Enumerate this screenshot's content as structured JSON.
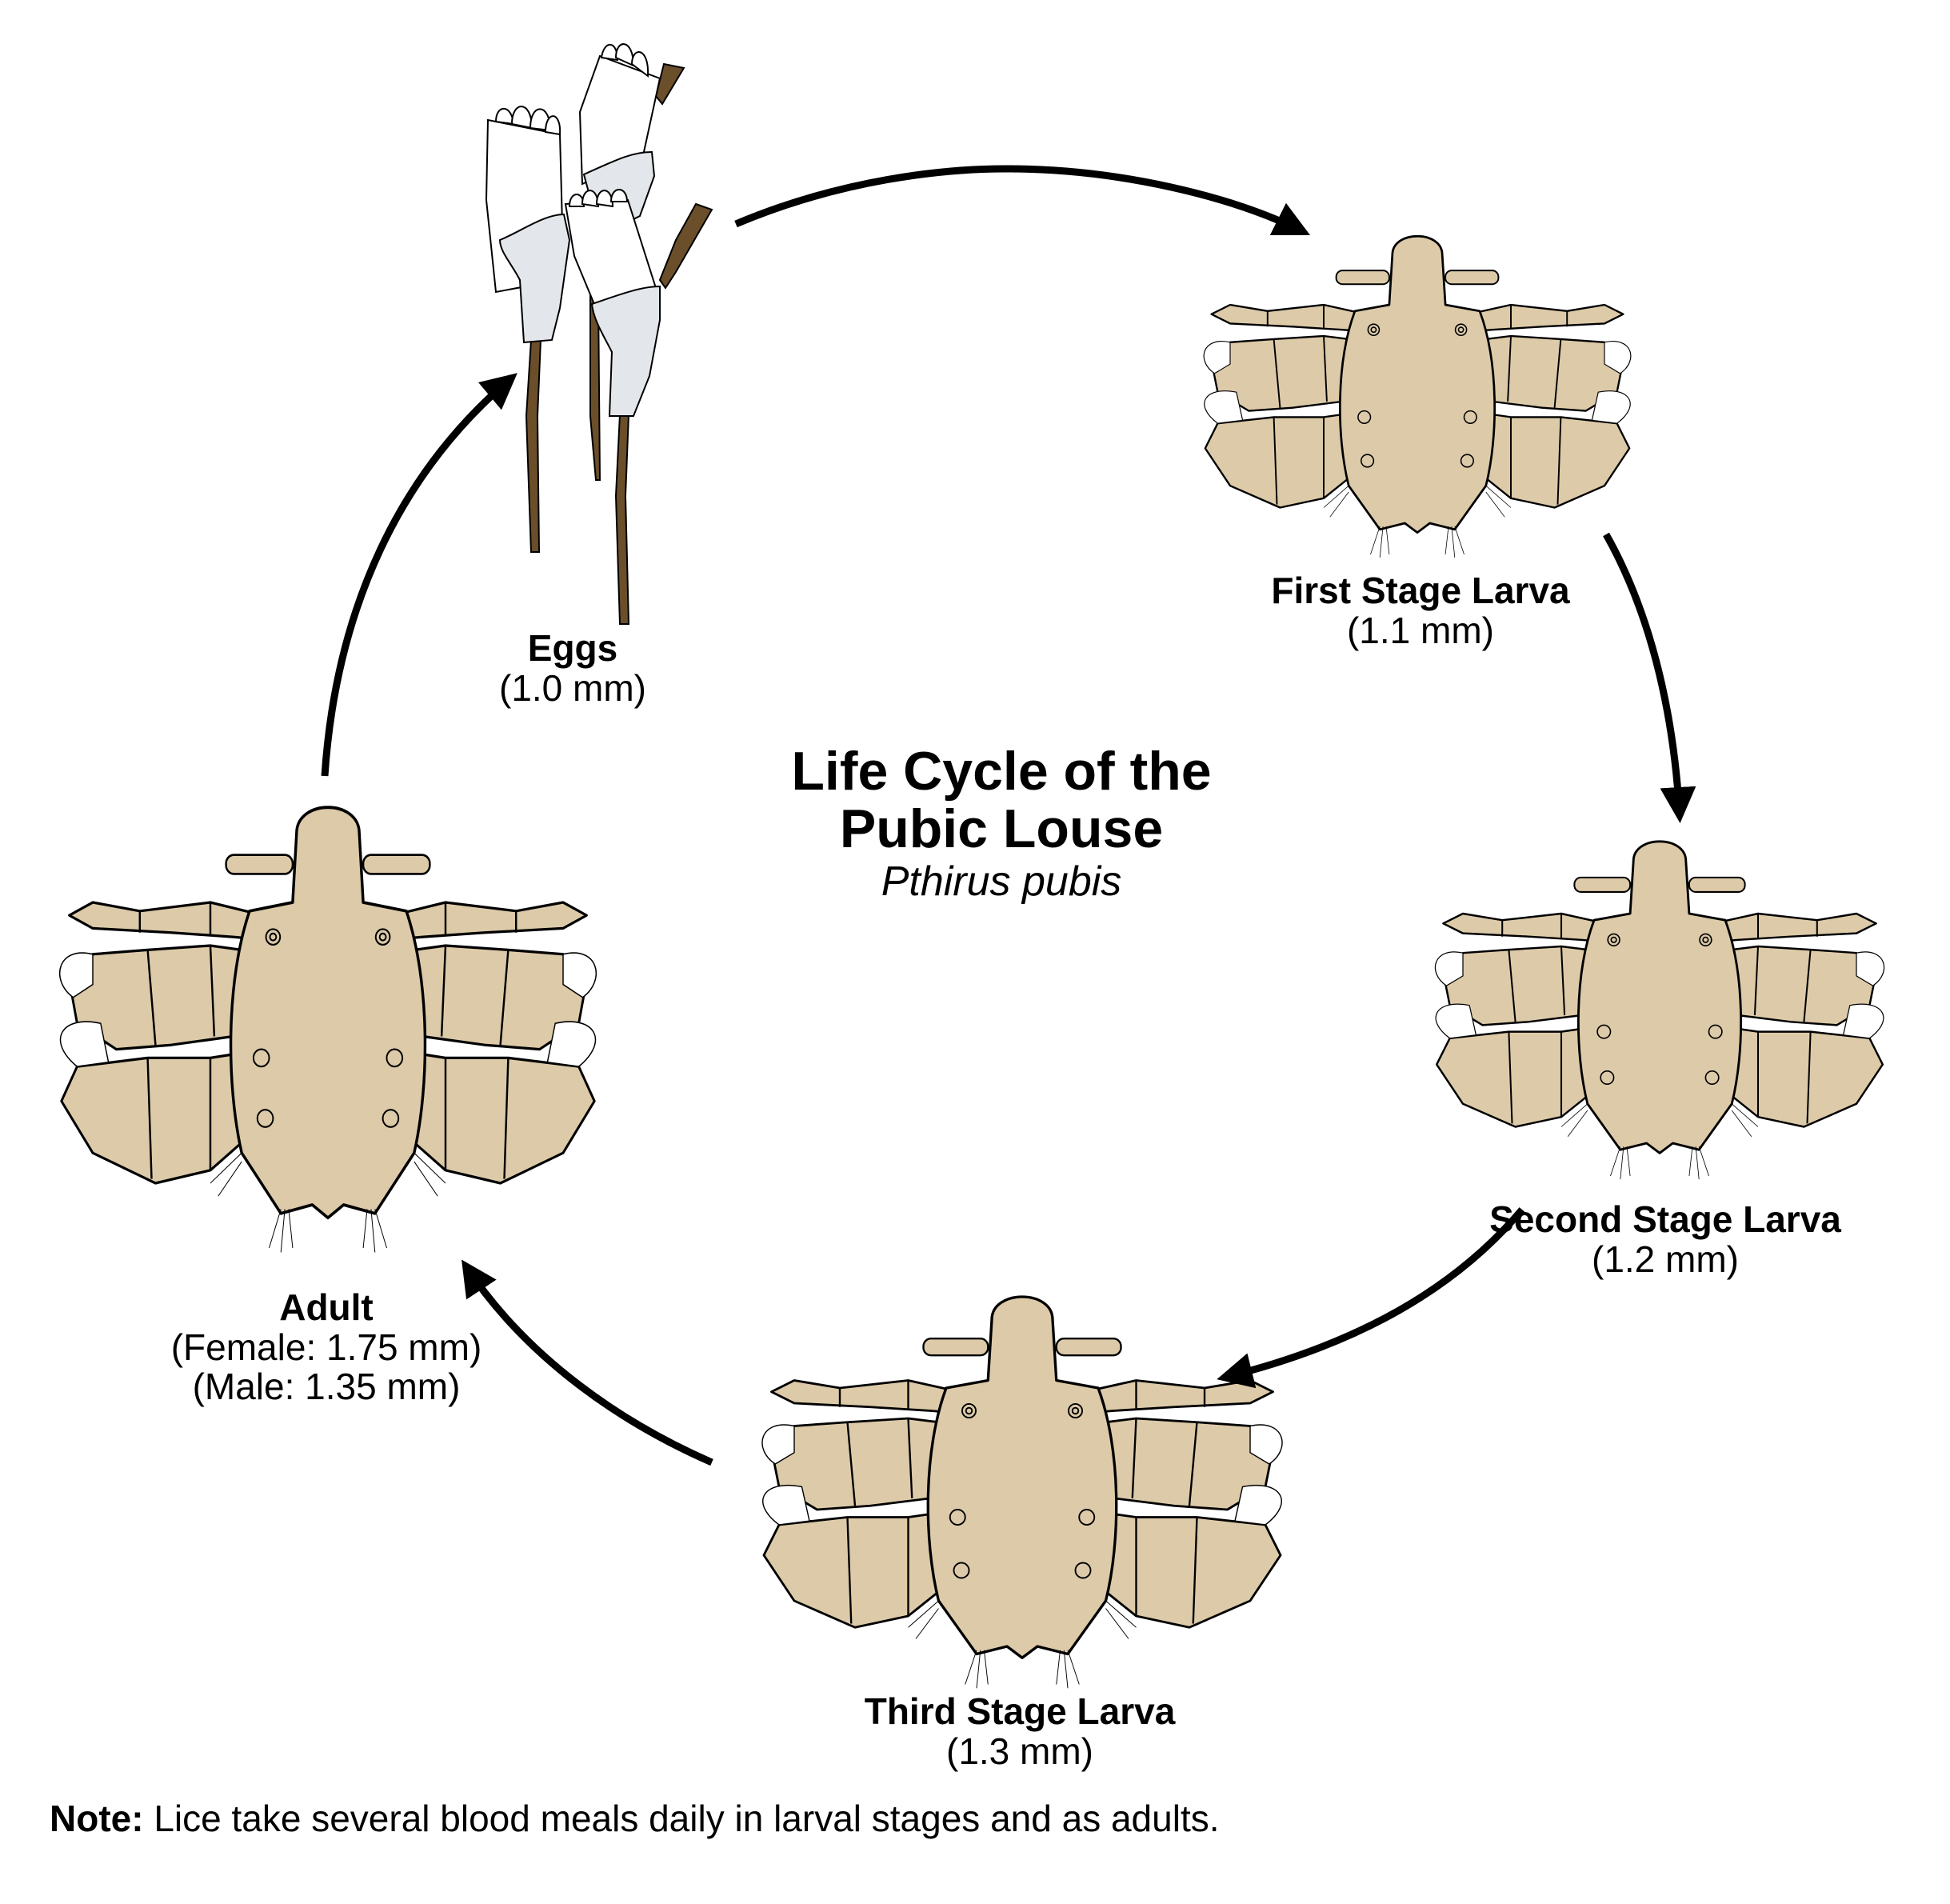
{
  "title": {
    "line1": "Life Cycle of the",
    "line2": "Pubic Louse",
    "species": "Pthirus pubis"
  },
  "stages": [
    {
      "name": "Eggs",
      "size": "(1.0 mm)"
    },
    {
      "name": "First Stage Larva",
      "size": "(1.1 mm)"
    },
    {
      "name": "Second Stage Larva",
      "size": "(1.2 mm)"
    },
    {
      "name": "Third Stage Larva",
      "size": "(1.3 mm)"
    },
    {
      "name": "Adult",
      "size": "(Female: 1.75 mm)",
      "size2": "(Male: 1.35 mm)"
    }
  ],
  "cycle_order": [
    "Eggs",
    "First Stage Larva",
    "Second Stage Larva",
    "Third Stage Larva",
    "Adult",
    "Eggs"
  ],
  "note": {
    "prefix": "Note:",
    "text": " Lice take several blood meals daily in larval stages and as adults."
  },
  "colors": {
    "louse_body": "#dccaa9",
    "outline": "#000000",
    "egg_shell": "#ffffff",
    "egg_cement": "#e3e6eb",
    "hair": "#6b4e2a",
    "arrow": "#000000"
  }
}
